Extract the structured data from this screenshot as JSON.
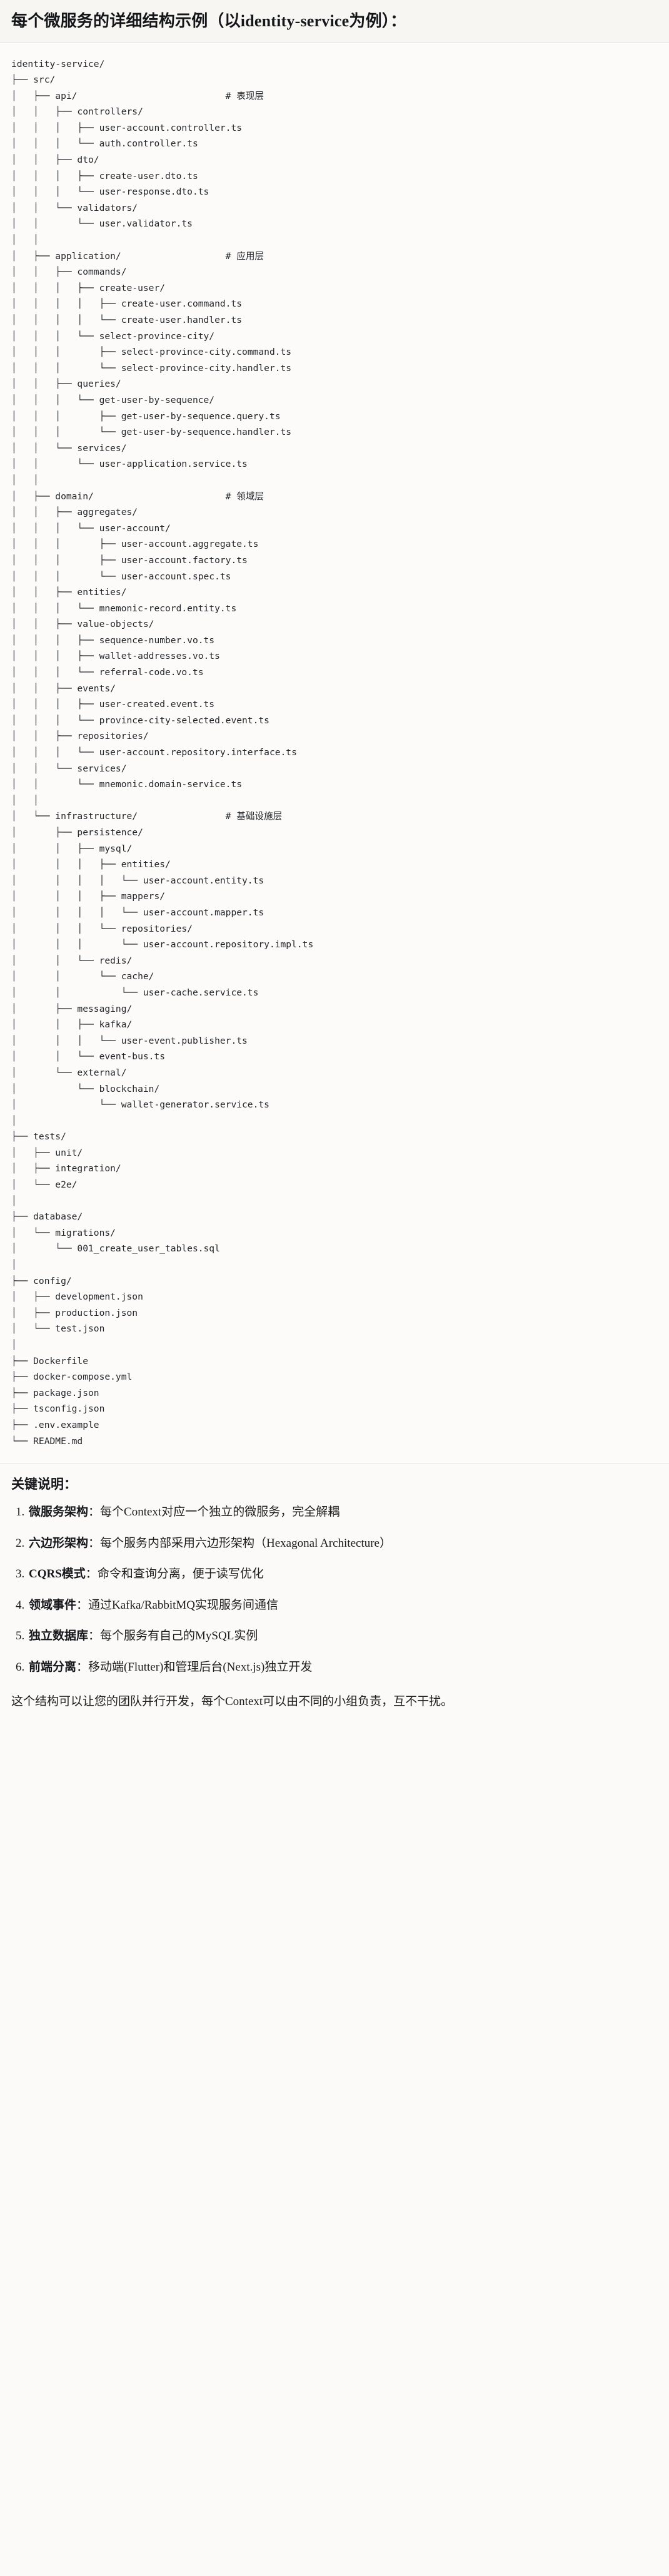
{
  "header": {
    "title": "每个微服务的详细结构示例（以identity-service为例）："
  },
  "tree": {
    "root": "identity-service/",
    "text": "identity-service/\n├── src/\n│   ├── api/                           # 表现层\n│   │   ├── controllers/\n│   │   │   ├── user-account.controller.ts\n│   │   │   └── auth.controller.ts\n│   │   ├── dto/\n│   │   │   ├── create-user.dto.ts\n│   │   │   └── user-response.dto.ts\n│   │   └── validators/\n│   │       └── user.validator.ts\n│   │\n│   ├── application/                   # 应用层\n│   │   ├── commands/\n│   │   │   ├── create-user/\n│   │   │   │   ├── create-user.command.ts\n│   │   │   │   └── create-user.handler.ts\n│   │   │   └── select-province-city/\n│   │   │       ├── select-province-city.command.ts\n│   │   │       └── select-province-city.handler.ts\n│   │   ├── queries/\n│   │   │   └── get-user-by-sequence/\n│   │   │       ├── get-user-by-sequence.query.ts\n│   │   │       └── get-user-by-sequence.handler.ts\n│   │   └── services/\n│   │       └── user-application.service.ts\n│   │\n│   ├── domain/                        # 领域层\n│   │   ├── aggregates/\n│   │   │   └── user-account/\n│   │   │       ├── user-account.aggregate.ts\n│   │   │       ├── user-account.factory.ts\n│   │   │       └── user-account.spec.ts\n│   │   ├── entities/\n│   │   │   └── mnemonic-record.entity.ts\n│   │   ├── value-objects/\n│   │   │   ├── sequence-number.vo.ts\n│   │   │   ├── wallet-addresses.vo.ts\n│   │   │   └── referral-code.vo.ts\n│   │   ├── events/\n│   │   │   ├── user-created.event.ts\n│   │   │   └── province-city-selected.event.ts\n│   │   ├── repositories/\n│   │   │   └── user-account.repository.interface.ts\n│   │   └── services/\n│   │       └── mnemonic.domain-service.ts\n│   │\n│   └── infrastructure/                # 基础设施层\n│       ├── persistence/\n│       │   ├── mysql/\n│       │   │   ├── entities/\n│       │   │   │   └── user-account.entity.ts\n│       │   │   ├── mappers/\n│       │   │   │   └── user-account.mapper.ts\n│       │   │   └── repositories/\n│       │   │       └── user-account.repository.impl.ts\n│       │   └── redis/\n│       │       └── cache/\n│       │           └── user-cache.service.ts\n│       ├── messaging/\n│       │   ├── kafka/\n│       │   │   └── user-event.publisher.ts\n│       │   └── event-bus.ts\n│       └── external/\n│           └── blockchain/\n│               └── wallet-generator.service.ts\n│\n├── tests/\n│   ├── unit/\n│   ├── integration/\n│   └── e2e/\n│\n├── database/\n│   └── migrations/\n│       └── 001_create_user_tables.sql\n│\n├── config/\n│   ├── development.json\n│   ├── production.json\n│   └── test.json\n│\n├── Dockerfile\n├── docker-compose.yml\n├── package.json\n├── tsconfig.json\n├── .env.example\n└── README.md",
    "layer_comments": [
      "# 表现层",
      "# 应用层",
      "# 领域层",
      "# 基础设施层"
    ]
  },
  "notes": {
    "title": "关键说明：",
    "items": [
      {
        "term": "微服务架构",
        "sep": "：",
        "desc": "每个Context对应一个独立的微服务，完全解耦"
      },
      {
        "term": "六边形架构",
        "sep": "：",
        "desc": "每个服务内部采用六边形架构（Hexagonal Architecture）"
      },
      {
        "term": "CQRS模式",
        "sep": "：",
        "desc": "命令和查询分离，便于读写优化"
      },
      {
        "term": "领域事件",
        "sep": "：",
        "desc": "通过Kafka/RabbitMQ实现服务间通信"
      },
      {
        "term": "独立数据库",
        "sep": "：",
        "desc": "每个服务有自己的MySQL实例"
      },
      {
        "term": "前端分离",
        "sep": "：",
        "desc": "移动端(Flutter)和管理后台(Next.js)独立开发"
      }
    ],
    "closing": "这个结构可以让您的团队并行开发，每个Context可以由不同的小组负责，互不干扰。"
  },
  "colors": {
    "page_background": "#fbfaf8",
    "header_background": "#f7f6f2",
    "code_background": "#fcfbf9",
    "text": "#1c1c1c",
    "code_text": "#23262b",
    "divider": "#e3e1dc"
  }
}
